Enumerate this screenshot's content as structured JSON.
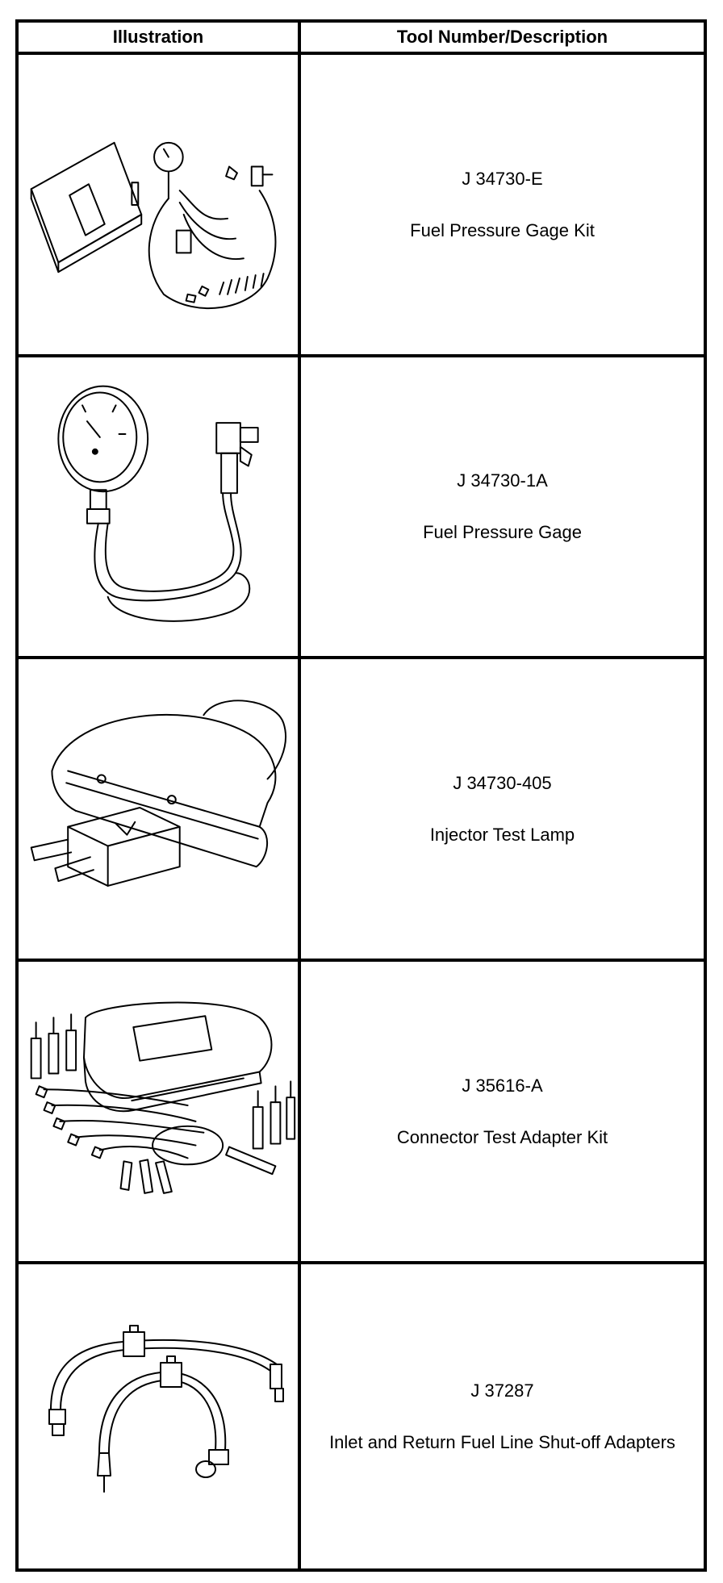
{
  "header": {
    "illustration": "Illustration",
    "tool": "Tool Number/Description"
  },
  "rows": [
    {
      "number": "J 34730-E",
      "description": "Fuel Pressure Gage Kit",
      "icon": "fuel-pressure-gage-kit-icon"
    },
    {
      "number": "J 34730-1A",
      "description": "Fuel Pressure Gage",
      "icon": "fuel-pressure-gage-icon"
    },
    {
      "number": "J 34730-405",
      "description": "Injector Test Lamp",
      "icon": "injector-test-lamp-icon"
    },
    {
      "number": "J 35616-A",
      "description": "Connector Test Adapter Kit",
      "icon": "connector-test-adapter-kit-icon"
    },
    {
      "number": "J 37287",
      "description": "Inlet and Return Fuel Line Shut-off Adapters",
      "icon": "fuel-line-shutoff-adapters-icon"
    }
  ]
}
